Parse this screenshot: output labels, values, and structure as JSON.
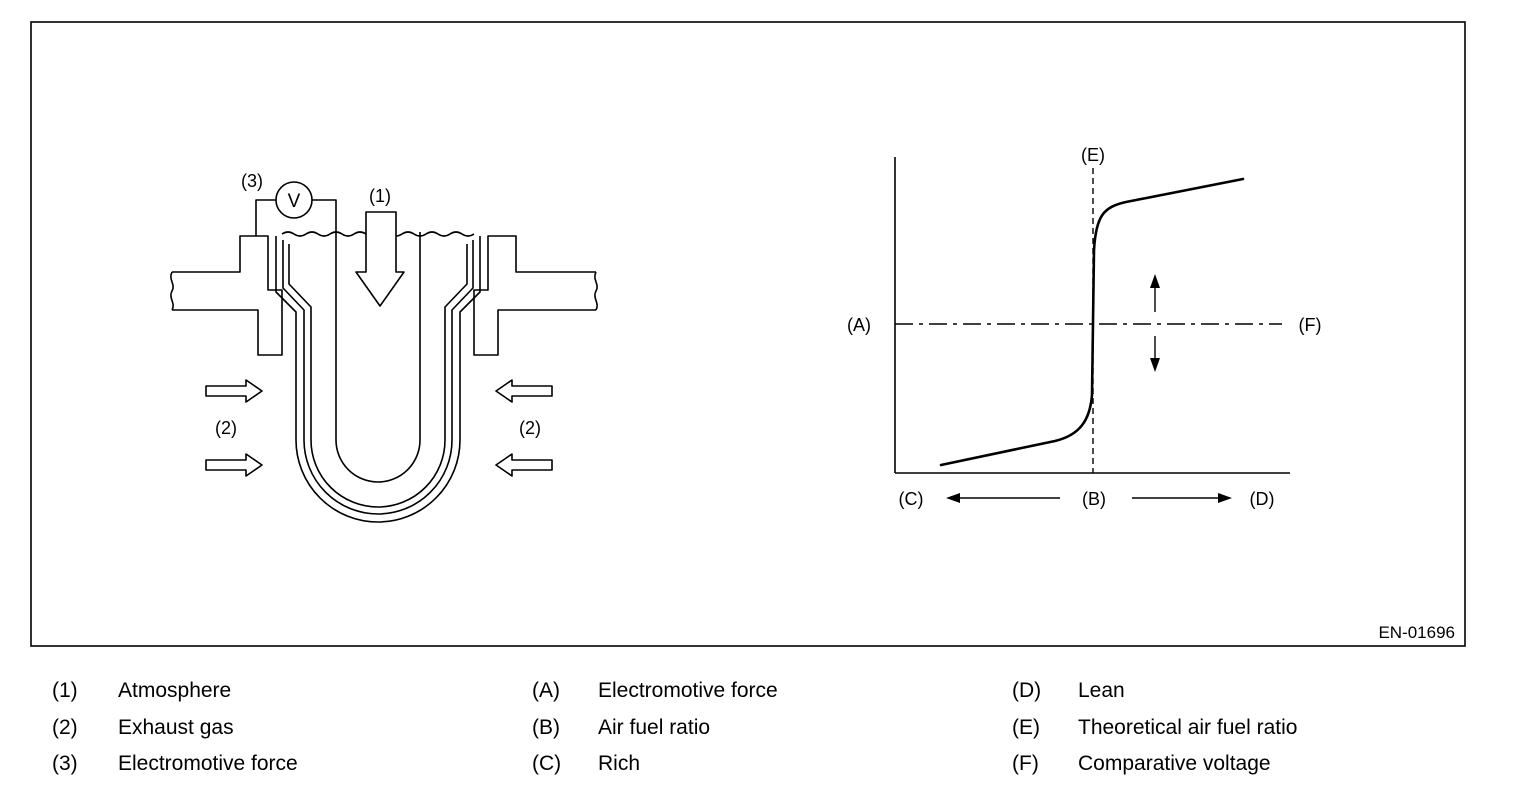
{
  "figure": {
    "code": "EN-01696",
    "sensor": {
      "labels": {
        "voltmeter": "V",
        "atmosphere_key": "(1)",
        "exhaust_left_key": "(2)",
        "exhaust_right_key": "(2)",
        "emf_key": "(3)"
      }
    },
    "graph": {
      "labels": {
        "y_left_key": "(A)",
        "ref_line_key": "(F)",
        "stoich_key": "(E)",
        "x_left_key": "(C)",
        "x_center_key": "(B)",
        "x_right_key": "(D)"
      }
    }
  },
  "legend": {
    "columns": [
      [
        {
          "key": "(1)",
          "text": "Atmosphere"
        },
        {
          "key": "(2)",
          "text": "Exhaust gas"
        },
        {
          "key": "(3)",
          "text": "Electromotive force"
        }
      ],
      [
        {
          "key": "(A)",
          "text": "Electromotive force"
        },
        {
          "key": "(B)",
          "text": "Air fuel ratio"
        },
        {
          "key": "(C)",
          "text": "Rich"
        }
      ],
      [
        {
          "key": "(D)",
          "text": "Lean"
        },
        {
          "key": "(E)",
          "text": "Theoretical air fuel ratio"
        },
        {
          "key": "(F)",
          "text": "Comparative voltage"
        }
      ]
    ]
  }
}
